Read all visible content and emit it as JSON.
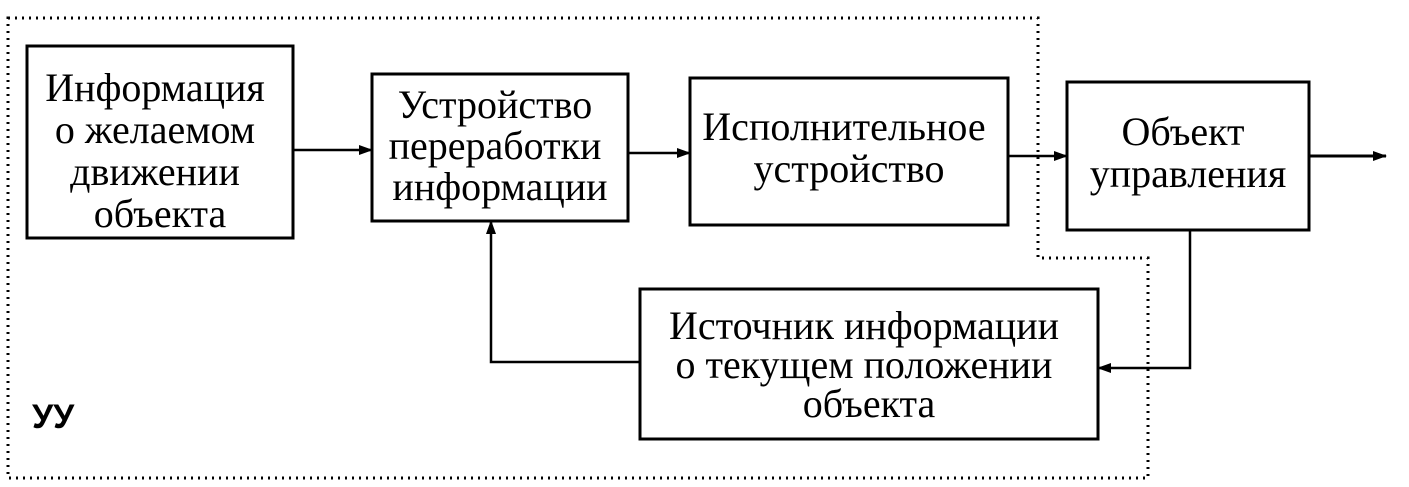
{
  "boundary_label": "УУ",
  "blocks": {
    "desired": [
      "Информация",
      "о желаемом",
      "движении",
      "объекта"
    ],
    "processing": [
      "Устройство",
      "переработки",
      "информации"
    ],
    "actuator": [
      "Исполнительное",
      "устройство"
    ],
    "object": [
      "Объект",
      "управления"
    ],
    "feedback": [
      "Источник информации",
      "о текущем положении",
      "объекта"
    ]
  },
  "colors": {
    "line": "#000000",
    "background": "#ffffff"
  }
}
